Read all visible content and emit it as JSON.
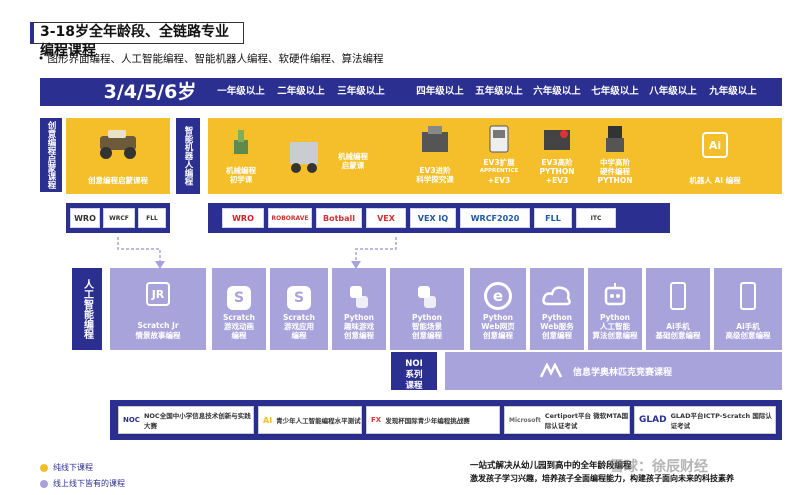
{
  "title": "3-18岁全年龄段、全链路专业编程课程",
  "subtitle": "• 图形界面编程、人工智能编程、智能机器人编程、软硬件编程、算法编程",
  "banner": {
    "age": "3/4/5/6岁",
    "grades": [
      "一年级以上",
      "二年级以上",
      "三年级以上",
      "四年级以上",
      "五年级以上",
      "六年级以上",
      "七年级以上",
      "八年级以上",
      "九年级以上"
    ]
  },
  "side_labels": {
    "early": "创意编程启蒙课程",
    "robot": "智能机器人编程",
    "ai": "人工智能编程",
    "noi": [
      "NOI",
      "系列",
      "课程"
    ]
  },
  "robot_cards": {
    "early": "创意编程启蒙课程",
    "items": [
      {
        "lines": [
          "机械编程",
          "初学课"
        ]
      },
      {
        "lines": [
          "机械编程",
          "启蒙课"
        ]
      },
      {
        "lines": [
          "EV3进阶",
          "科学探究课"
        ]
      },
      {
        "lines": [
          "EV3扩展",
          "APPRENTICE",
          "+EV3"
        ]
      },
      {
        "lines": [
          "EV3高阶",
          "PYTHON",
          "+EV3"
        ]
      },
      {
        "lines": [
          "中学高阶",
          "硬件编程",
          "PYTHON"
        ]
      }
    ],
    "ai_robot": "机器人 AI 编程"
  },
  "competitions_left": [
    "WRO",
    "WRCF",
    "FLL"
  ],
  "competitions_right": [
    "WRO",
    "ROBORAVE",
    "Botball",
    "VEX",
    "VEX IQ",
    "WRCF2020",
    "FLL",
    "ITC"
  ],
  "programming_cards": [
    {
      "icon": "JR",
      "lines": [
        "Scratch Jr",
        "情景故事编程"
      ]
    },
    {
      "icon": "S",
      "lines": [
        "Scratch",
        "游戏动画",
        "编程"
      ]
    },
    {
      "icon": "S",
      "lines": [
        "Scratch",
        "游戏应用",
        "编程"
      ]
    },
    {
      "icon": "python",
      "lines": [
        "Python",
        "趣味游戏",
        "创意编程"
      ]
    },
    {
      "icon": "python",
      "lines": [
        "Python",
        "智能场景",
        "创意编程"
      ]
    },
    {
      "icon": "e",
      "lines": [
        "Python",
        "Web网页",
        "创意编程"
      ]
    },
    {
      "icon": "cloud",
      "lines": [
        "Python",
        "Web服务",
        "创意编程"
      ]
    },
    {
      "icon": "robot",
      "lines": [
        "Python",
        "人工智能",
        "算法创意编程"
      ]
    },
    {
      "icon": "phone",
      "lines": [
        "Ai手机",
        "基础创意编程"
      ]
    },
    {
      "icon": "phone",
      "lines": [
        "Ai手机",
        "高级创意编程"
      ]
    }
  ],
  "noi_bar": "信息学奥林匹克竞赛课程",
  "bottom_cards": [
    {
      "logo": "NOC",
      "text": "NOC全国中小学信息技术创新与实践大赛"
    },
    {
      "logo": "AI",
      "text": "青少年人工智能编程水平测试"
    },
    {
      "logo": "FX",
      "text": "发现杯国际青少年编程挑战赛"
    },
    {
      "logo": "Microsoft",
      "text": "Certiport平台 微软MTA国际认证考试"
    },
    {
      "logo": "GLAD",
      "text": "GLAD平台ICTP-Scratch 国际认证考试"
    }
  ],
  "legend": {
    "offline": "纯线下课程",
    "online": "线上线下皆有的课程"
  },
  "footer": {
    "line1": "一站式解决从幼儿园到高中的全年龄段编程",
    "line2": "激发孩子学习兴趣，培养孩子全面编程能力，构建孩子面向未来的科技素养",
    "watermark": "雪球：徐辰财经"
  },
  "colors": {
    "navy": "#2b2f8f",
    "yellow": "#f4bf2a",
    "purple": "#a9a3dc"
  }
}
